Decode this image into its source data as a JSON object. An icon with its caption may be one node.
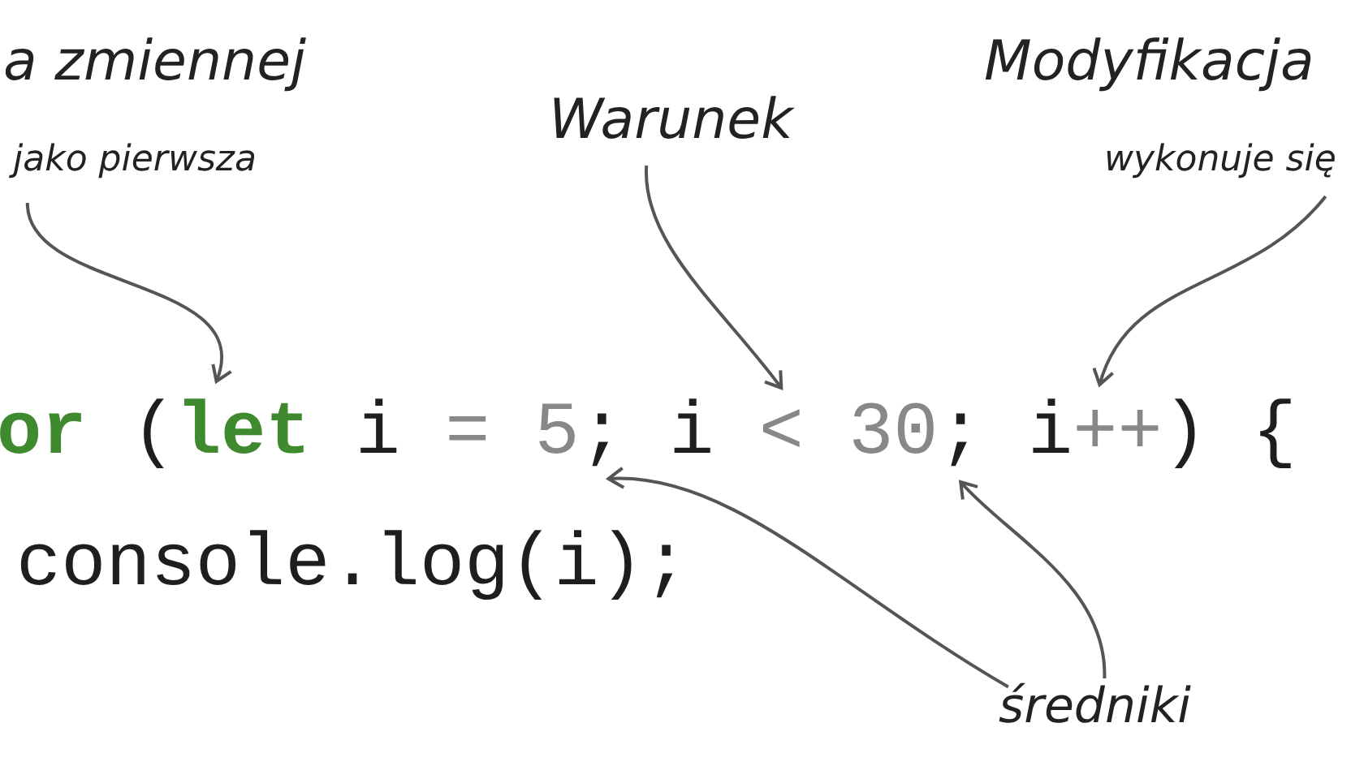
{
  "diagram": {
    "nodes": [
      {
        "text": [
          "a zmiennej",
          "jako pierwsza"
        ]
      },
      {
        "text": [
          "Warunek"
        ]
      },
      {
        "text": [
          "Modyfikacja",
          "wykonuje się"
        ]
      },
      {
        "text": [
          "średniki"
        ]
      },
      {
        "text": [
          "let"
        ]
      },
      {
        "text": [
          ";"
        ]
      },
      {
        "text": [
          "<"
        ]
      },
      {
        "text": [
          ";"
        ]
      },
      {
        "text": [
          "++"
        ]
      }
    ],
    "edges": [
      {
        "from": 0,
        "to": 4,
        "arrow": "to"
      },
      {
        "from": 1,
        "to": 6,
        "arrow": "to"
      },
      {
        "from": 2,
        "to": 8,
        "arrow": "to"
      },
      {
        "from": 3,
        "to": 5,
        "arrow": "to"
      },
      {
        "from": 3,
        "to": 7,
        "arrow": "to"
      }
    ],
    "labels": [
      "or",
      "(",
      "i",
      "= 5",
      "i",
      "30",
      "i",
      ") {",
      "console.log(i);"
    ]
  }
}
